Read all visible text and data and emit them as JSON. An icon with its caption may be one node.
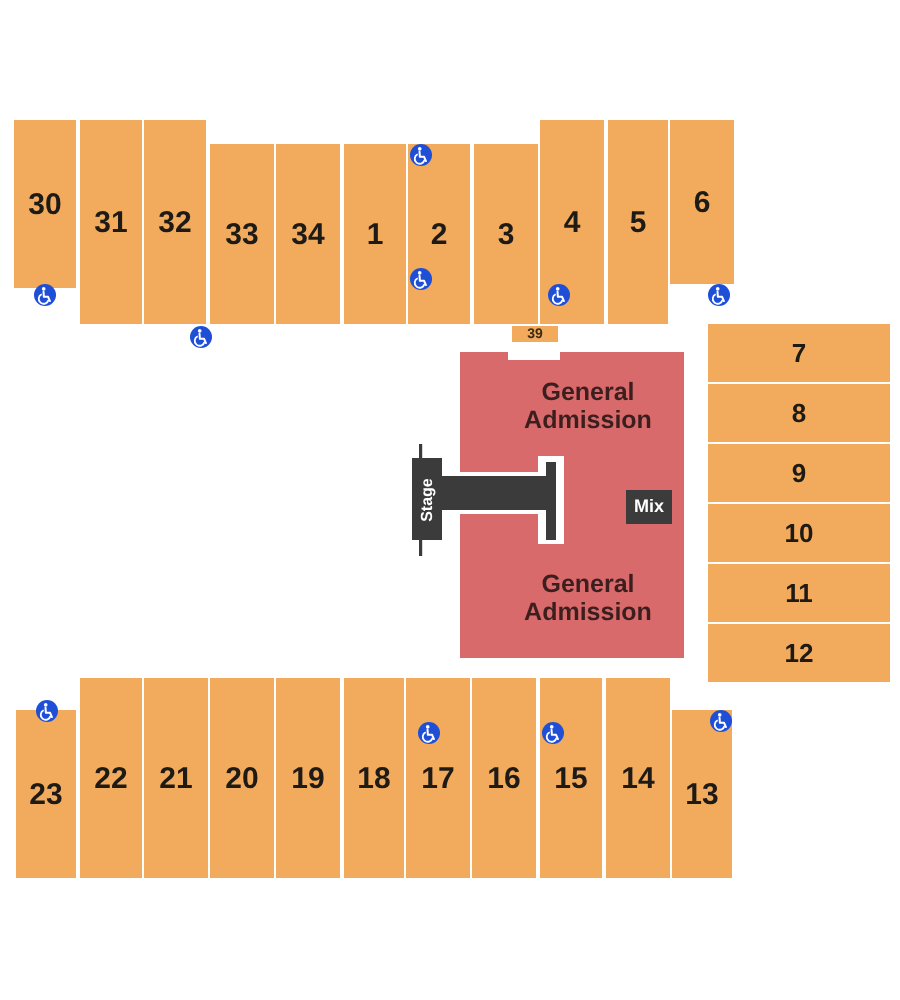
{
  "diagram": {
    "nodes": [
      {
        "text": [
          "30"
        ]
      },
      {
        "text": [
          "31"
        ]
      },
      {
        "text": [
          "32"
        ]
      },
      {
        "text": [
          "33"
        ]
      },
      {
        "text": [
          "34"
        ]
      },
      {
        "text": [
          "1"
        ]
      },
      {
        "text": [
          "2"
        ]
      },
      {
        "text": [
          "3"
        ]
      },
      {
        "text": [
          "4"
        ]
      },
      {
        "text": [
          "5"
        ]
      },
      {
        "text": [
          "6"
        ]
      },
      {
        "text": [
          "39"
        ]
      },
      {
        "text": [
          "General Admission",
          "General Admission"
        ]
      },
      {
        "text": [
          "Mix"
        ],
        "in": 12
      },
      {
        "text": [
          "Stage"
        ]
      },
      {
        "text": [
          "7"
        ]
      },
      {
        "text": [
          "8"
        ]
      },
      {
        "text": [
          "9"
        ]
      },
      {
        "text": [
          "10"
        ]
      },
      {
        "text": [
          "11"
        ]
      },
      {
        "text": [
          "12"
        ]
      },
      {
        "text": [
          "23"
        ]
      },
      {
        "text": [
          "22"
        ]
      },
      {
        "text": [
          "21"
        ]
      },
      {
        "text": [
          "20"
        ]
      },
      {
        "text": [
          "19"
        ]
      },
      {
        "text": [
          "18"
        ]
      },
      {
        "text": [
          "17"
        ]
      },
      {
        "text": [
          "16"
        ]
      },
      {
        "text": [
          "15"
        ]
      },
      {
        "text": [
          "14"
        ]
      },
      {
        "text": [
          "13"
        ]
      }
    ]
  }
}
